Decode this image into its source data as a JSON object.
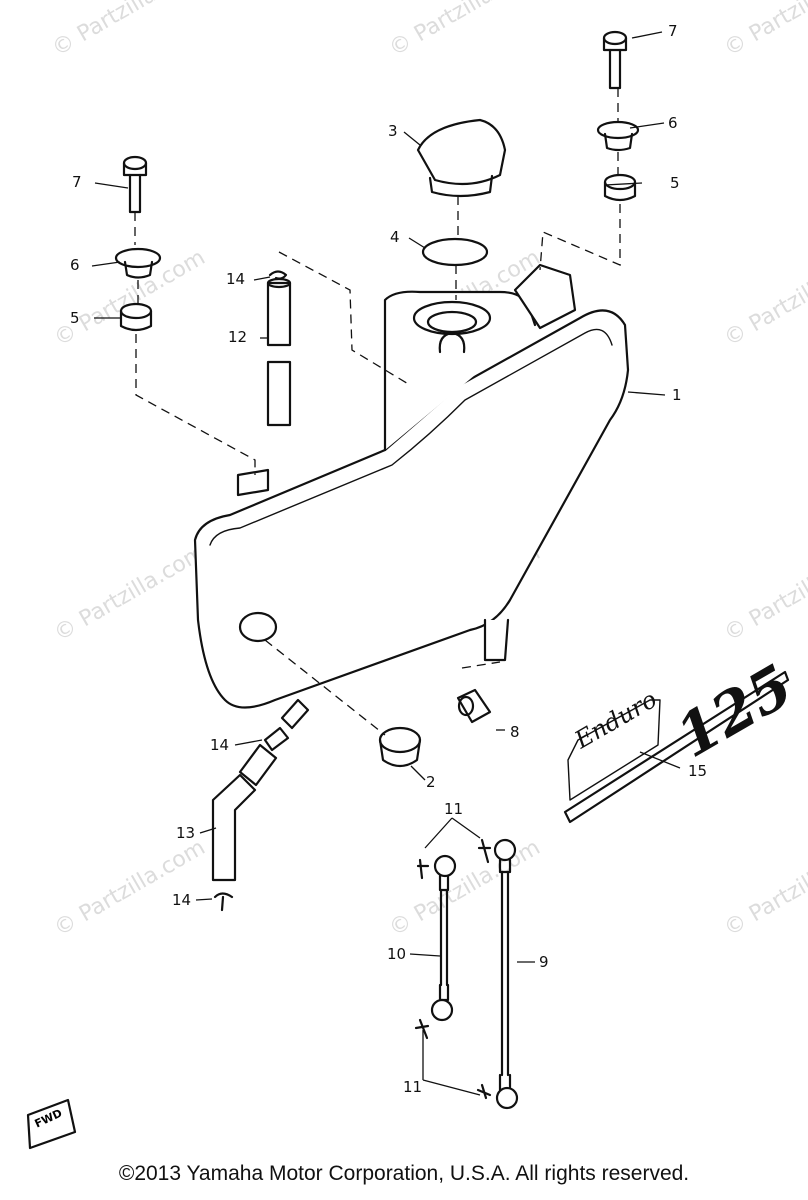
{
  "watermark": "© Partzilla.com",
  "logo": {
    "script": "Enduro",
    "number": "125"
  },
  "fwd_label": "FWD",
  "callouts": [
    "1",
    "2",
    "3",
    "4",
    "5",
    "5",
    "6",
    "6",
    "7",
    "7",
    "8",
    "9",
    "10",
    "11",
    "11",
    "12",
    "13",
    "14",
    "14",
    "14",
    "15"
  ],
  "copyright": "©2013  Yamaha Motor Corporation, U.S.A. All rights reserved."
}
